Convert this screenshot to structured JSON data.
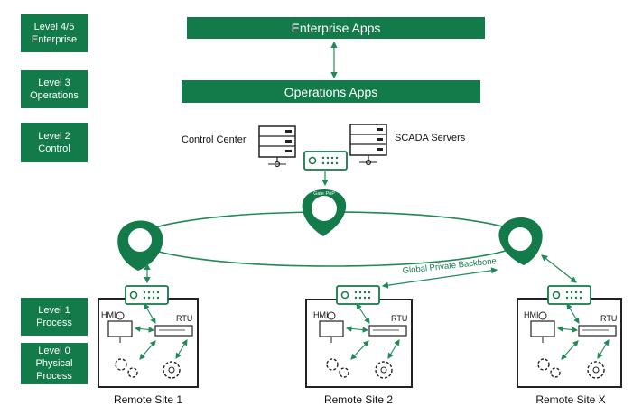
{
  "colors": {
    "accent": "#137a4a",
    "line": "#1f8a57",
    "dark": "#222222"
  },
  "levels": [
    {
      "line1": "Level 4/5",
      "line2": "Enterprise"
    },
    {
      "line1": "Level 3",
      "line2": "Operations"
    },
    {
      "line1": "Level 2",
      "line2": "Control"
    },
    {
      "line1": "Level 1",
      "line2": "Process"
    },
    {
      "line1": "Level 0",
      "line2": "Physical",
      "line3": "Process"
    }
  ],
  "apps": {
    "enterprise": "Enterprise Apps",
    "operations": "Operations Apps"
  },
  "control": {
    "control_center": "Control Center",
    "scada_servers": "SCADA Servers",
    "gate_pop": "Gate PoP"
  },
  "backbone_label": "Global Private Backbone",
  "sites": [
    {
      "name": "Remote Site 1",
      "hmi": "HMI",
      "rtu": "RTU"
    },
    {
      "name": "Remote Site 2",
      "hmi": "HMI",
      "rtu": "RTU"
    },
    {
      "name": "Remote Site X",
      "hmi": "HMI",
      "rtu": "RTU"
    }
  ]
}
